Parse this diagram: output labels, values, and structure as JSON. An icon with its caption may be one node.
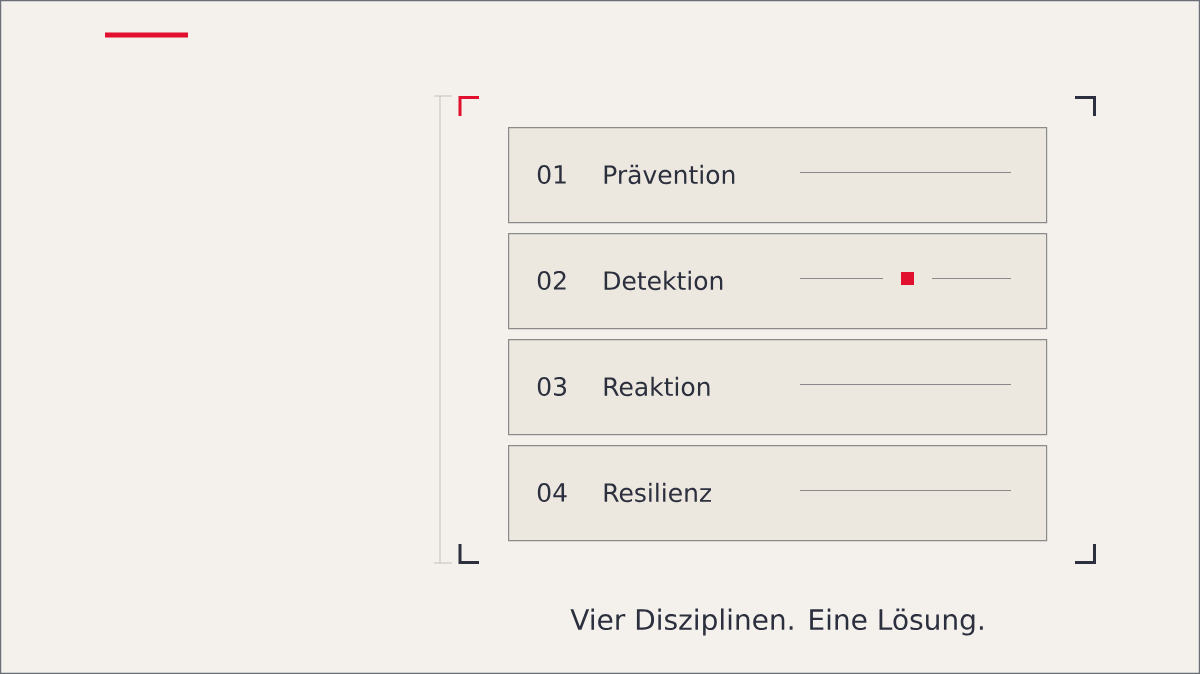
{
  "diagram": {
    "caption": "Vier Disziplinen. Eine Lösung.",
    "nodes": [
      {
        "text": [
          "01",
          "Prävention"
        ]
      },
      {
        "text": [
          "02",
          "Detektion"
        ]
      },
      {
        "text": [
          "03",
          "Reaktion"
        ]
      },
      {
        "text": [
          "04",
          "Resilienz"
        ]
      }
    ]
  }
}
